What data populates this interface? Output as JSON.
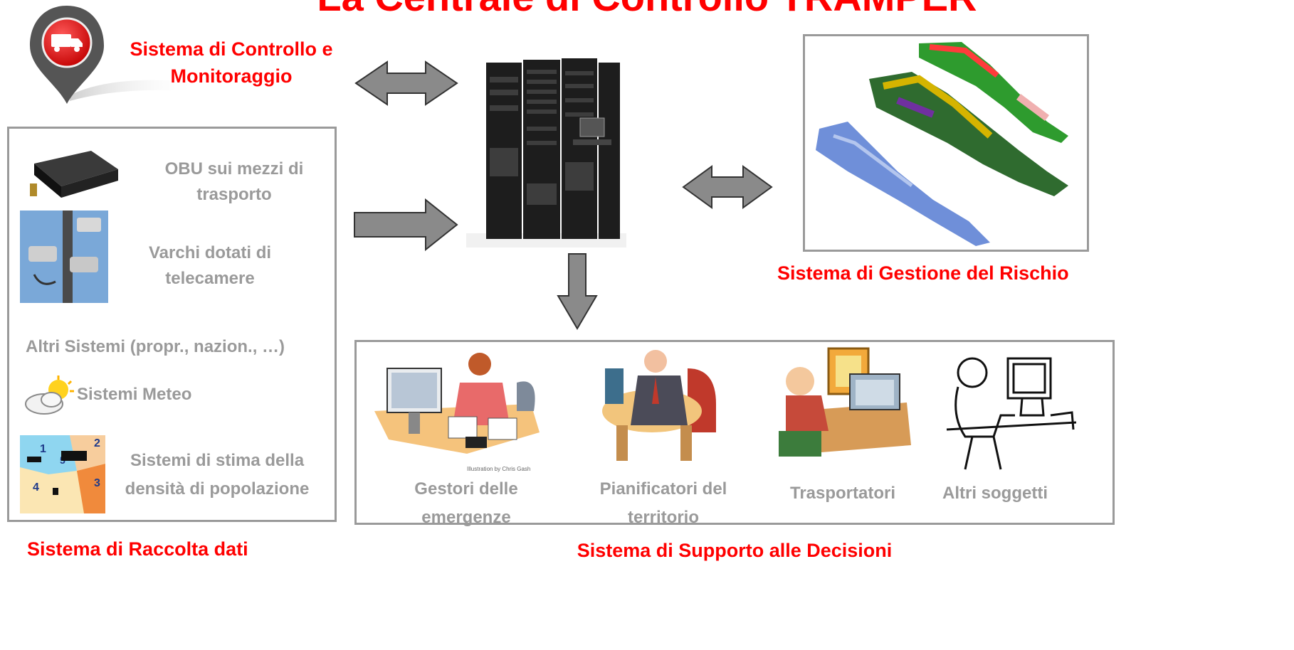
{
  "title": "La Centrale di Controllo TRAMPER",
  "colors": {
    "accent": "#ff0000",
    "label": "#9a9a9a",
    "arrow": "#888888"
  },
  "monitoring": {
    "label_line1": "Sistema di Controllo e",
    "label_line2": "Monitoraggio",
    "icon": "map-pin-truck-icon"
  },
  "data_collection": {
    "title": "Sistema di Raccolta dati",
    "items": [
      {
        "line1": "OBU sui mezzi di",
        "line2": "trasporto",
        "icon": "obu-device-icon"
      },
      {
        "line1": "Varchi dotati di",
        "line2": "telecamere",
        "icon": "security-camera-icon"
      },
      {
        "line1": "Altri Sistemi (propr., nazion., …)",
        "line2": ""
      },
      {
        "line1": "Sistemi Meteo",
        "line2": "",
        "icon": "weather-cloud-sun-icon"
      },
      {
        "line1": "Sistemi di stima della",
        "line2": "densità di popolazione",
        "icon": "population-map-icon"
      }
    ],
    "map_numbers": [
      "1",
      "2",
      "3",
      "4",
      "5"
    ]
  },
  "risk": {
    "title": "Sistema di Gestione del Rischio",
    "icon": "risk-maps-icon"
  },
  "decision": {
    "title": "Sistema di Supporto alle Decisioni",
    "actors": [
      {
        "line1": "Gestori delle",
        "line2": "emergenze",
        "icon": "emergency-operator-icon",
        "caption": "Illustration by Chris Gash"
      },
      {
        "line1": "Pianificatori del",
        "line2": "territorio",
        "icon": "planner-icon"
      },
      {
        "line1": "Trasportatori",
        "line2": "",
        "icon": "transporter-icon"
      },
      {
        "line1": "Altri soggetti",
        "line2": "",
        "icon": "other-user-icon"
      }
    ]
  },
  "server": {
    "icon": "server-rack-icon"
  }
}
